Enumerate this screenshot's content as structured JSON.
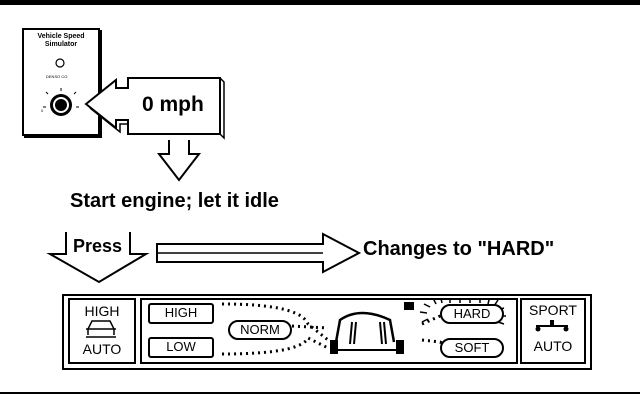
{
  "simulator": {
    "title_line1": "Vehicle Speed",
    "title_line2": "Simulator",
    "brand": "DENSO CO.",
    "dial_mark": "0"
  },
  "callout_speed": "0 mph",
  "step_start": "Start engine; let it idle",
  "press_label": "Press",
  "result_text": "Changes to \"HARD\"",
  "panel": {
    "left_top": "HIGH",
    "left_bottom": "AUTO",
    "height_high": "HIGH",
    "height_low": "LOW",
    "height_norm": "NORM",
    "damping_hard": "HARD",
    "damping_soft": "SOFT",
    "right_top": "SPORT",
    "right_bottom": "AUTO"
  }
}
